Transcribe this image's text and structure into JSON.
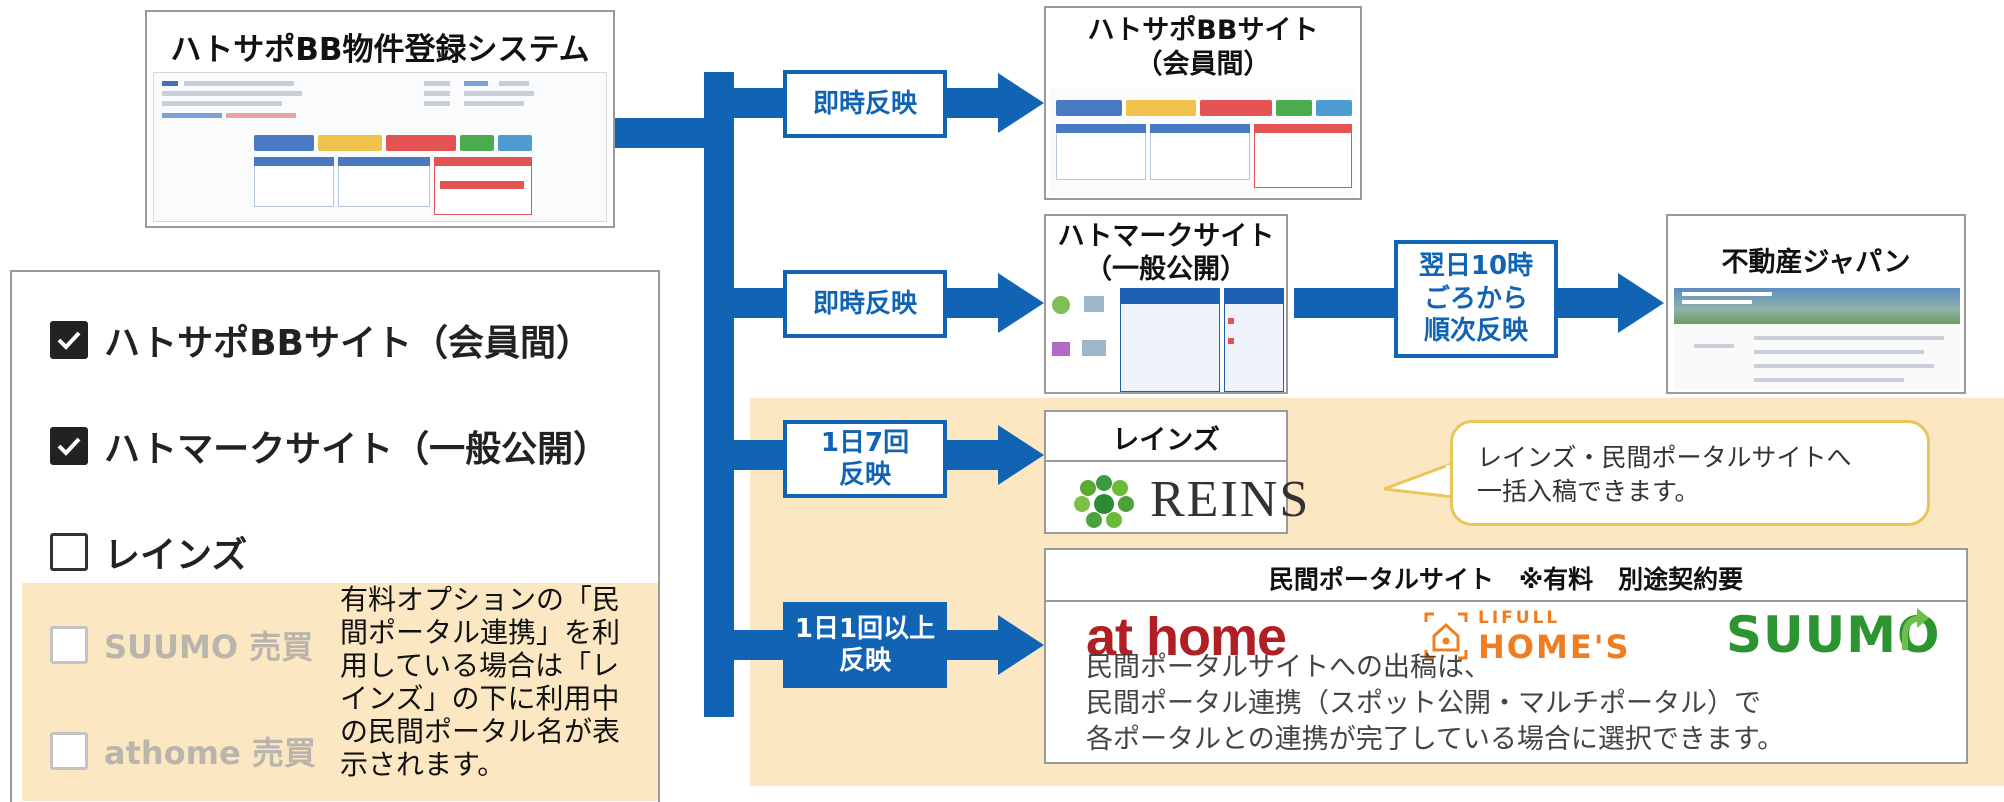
{
  "source_panel": {
    "title": "ハトサポBB物件登録システム"
  },
  "labels": {
    "immediate_1": "即時反映",
    "immediate_2": "即時反映",
    "next_day": "翌日10時\nごろから\n順次反映",
    "reins_freq": "1日7回\n反映",
    "portal_freq": "1日1回以上\n反映"
  },
  "targets": {
    "hatosapo_site": "ハトサポBBサイト\n（会員間）",
    "hatomark_site": "ハトマークサイト\n（一般公開）",
    "fudosan_japan": "不動産ジャパン",
    "reins": "レインズ",
    "reins_logo": "REINS",
    "portal_title": "民間ポータルサイト　※有料　別途契約要"
  },
  "bubble_text": "レインズ・民間ポータルサイトへ\n一括入稿できます。",
  "portal_logos": {
    "athome": "at home",
    "homes_top": "LIFULL",
    "homes_bottom": "HOME'S",
    "suumo": "SUUMO"
  },
  "portal_note": "民間ポータルサイトへの出稿は、\n民間ポータル連携（スポット公開・マルチポータル）で\n各ポータルとの連携が完了している場合に選択できます。",
  "checklist": [
    {
      "label": "ハトサポBBサイト（会員間）",
      "checked": true
    },
    {
      "label": "ハトマークサイト（一般公開）",
      "checked": true
    },
    {
      "label": "レインズ",
      "checked": false
    },
    {
      "label": "SUUMO 売買",
      "checked": false
    },
    {
      "label": "athome 売買",
      "checked": false
    }
  ],
  "option_note": "有料オプションの「民\n間ポータル連携」を利\n用している場合は「レ\nインズ」の下に利用中\nの民間ポータル名が表\n示されます。",
  "colors": {
    "flow_blue": "#1164b4",
    "beige": "#fbe8c2",
    "athome_red": "#b01f24",
    "homes_orange": "#ef7d22",
    "suumo_green": "#2c9430"
  }
}
